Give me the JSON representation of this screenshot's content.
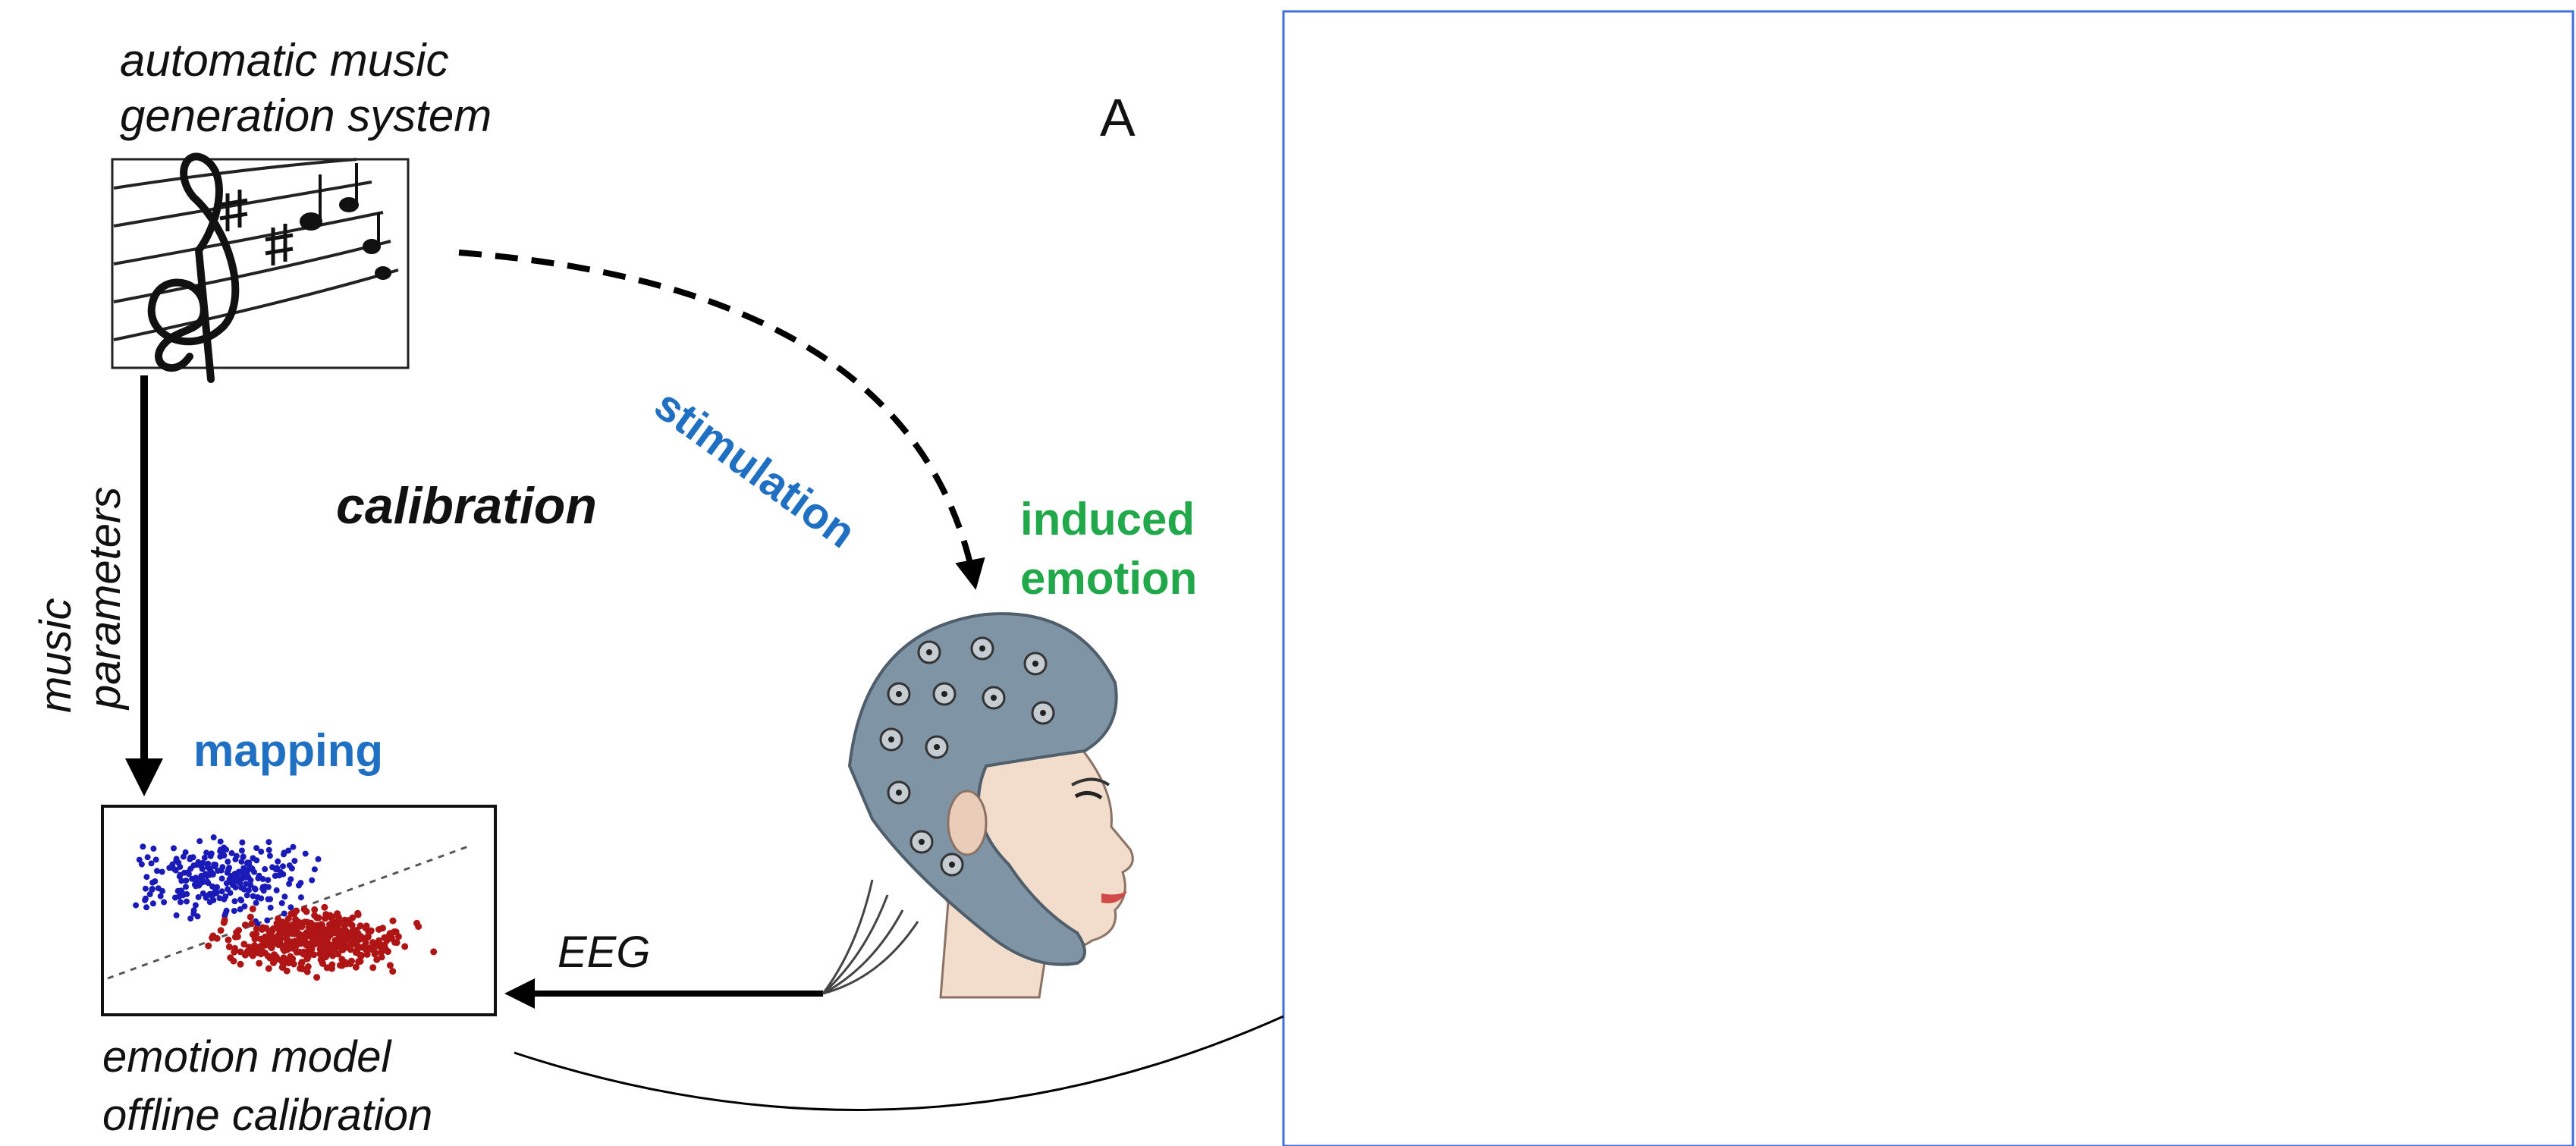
{
  "panel_letter": "A",
  "title_line1": "automatic music",
  "title_line2": "generation system",
  "calibration_label": "calibration",
  "stimulation_label": "stimulation",
  "induced_line1": "induced",
  "induced_line2": "emotion",
  "music_parameters_line1": "music",
  "music_parameters_line2": "parameters",
  "mapping_label": "mapping",
  "eeg_label": "EEG",
  "model_line1": "emotion model",
  "model_line2": "offline calibration",
  "colors": {
    "stimulation": "#1f6fc2",
    "mapping": "#1f6fc2",
    "induced_emotion": "#21a84a",
    "class_blue": "#1a1ab8",
    "class_red": "#b01515",
    "eeg_cap": "#7f95a6",
    "skin": "#f2dccb",
    "right_panel_border": "#3d6fe0"
  },
  "icons": {
    "sheet_music": "treble-clef-sheet-icon",
    "head": "eeg-head-icon"
  }
}
